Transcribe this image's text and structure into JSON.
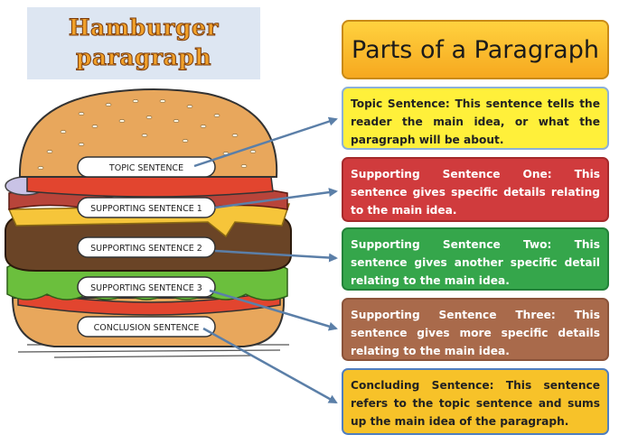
{
  "title": {
    "line1": "Hamburger",
    "line2": "paragraph"
  },
  "header": {
    "title": "Parts of a Paragraph"
  },
  "cards": [
    {
      "text": "Topic Sentence:  This sentence tells the reader the main idea, or what the paragraph will be about.",
      "color": "#fff03a"
    },
    {
      "text": "Supporting Sentence One: This sentence gives specific details relating to the main idea.",
      "color": "#d03b3d"
    },
    {
      "text": "Supporting Sentence Two: This sentence gives another specific detail relating to the main idea.",
      "color": "#35a64b"
    },
    {
      "text": "Supporting Sentence Three: This sentence gives more specific details relating to the main idea.",
      "color": "#a96a4b"
    },
    {
      "text": "Concluding Sentence: This sentence refers to the topic sentence and sums up the main idea of the paragraph.",
      "color": "#f7c229"
    }
  ],
  "burger_labels": [
    "TOPIC SENTENCE",
    "SUPPORTING SENTENCE 1",
    "SUPPORTING SENTENCE 2",
    "SUPPORTING SENTENCE 3",
    "CONCLUSION SENTENCE"
  ],
  "arrow_color": "#5b7fa8"
}
